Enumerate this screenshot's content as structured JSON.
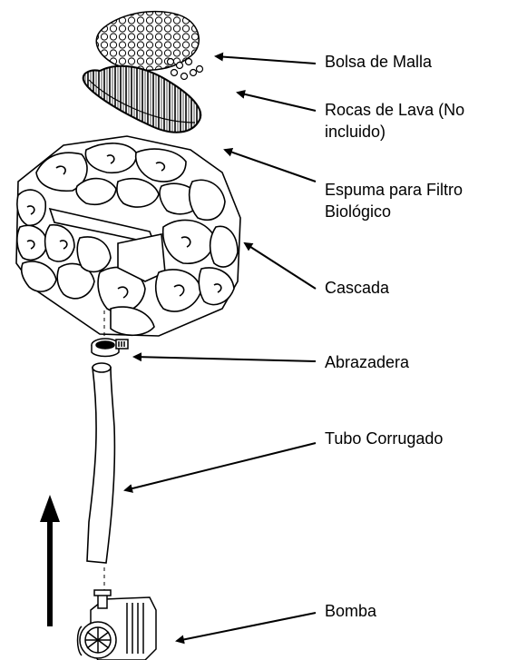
{
  "labels": {
    "mesh_bag": "Bolsa de Malla",
    "lava_rocks_line1": "Rocas de Lava (No",
    "lava_rocks_line2": "incluido)",
    "bio_foam_line1": "Espuma para Filtro",
    "bio_foam_line2": "Biológico",
    "waterfall": "Cascada",
    "clamp": "Abrazadera",
    "corrugated_tube": "Tubo Corrugado",
    "pump": "Bomba"
  },
  "colors": {
    "ink": "#000000",
    "paper": "#ffffff"
  }
}
